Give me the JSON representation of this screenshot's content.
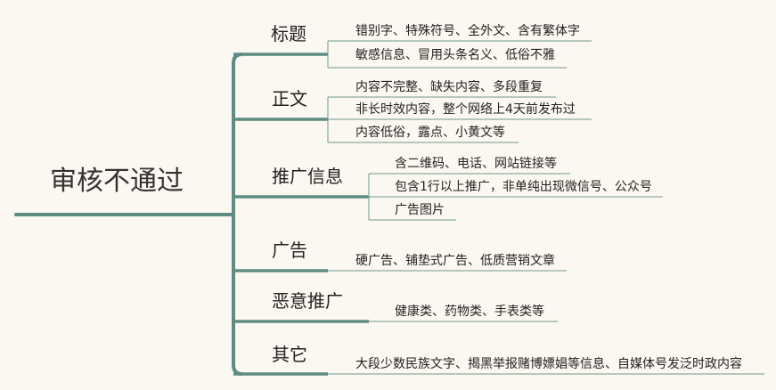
{
  "mindmap": {
    "root": "审核不通过",
    "categories": [
      {
        "label": "标题",
        "items": [
          "错别字、特殊符号、全外文、含有繁体字",
          "敏感信息、冒用头条名义、低俗不雅"
        ]
      },
      {
        "label": "正文",
        "items": [
          "内容不完整、缺失内容、多段重复",
          "非长时效内容，整个网络上4天前发布过",
          "内容低俗，露点、小黄文等"
        ]
      },
      {
        "label": "推广信息",
        "items": [
          "含二维码、电话、网站链接等",
          "包含1行以上推广，非单纯出现微信号、公众号",
          "广告图片"
        ]
      },
      {
        "label": "广告",
        "items": [
          "硬广告、铺垫式广告、低质营销文章"
        ]
      },
      {
        "label": "恶意推广",
        "items": [
          "健康类、药物类、手表类等"
        ]
      },
      {
        "label": "其它",
        "items": [
          "大段少数民族文字、揭黑举报赌博嫖娼等信息、自媒体号发泛时政内容"
        ]
      }
    ]
  },
  "colors": {
    "branch": "#5e8c83",
    "thin": "#6f9990",
    "background": "#fbf8f1"
  }
}
